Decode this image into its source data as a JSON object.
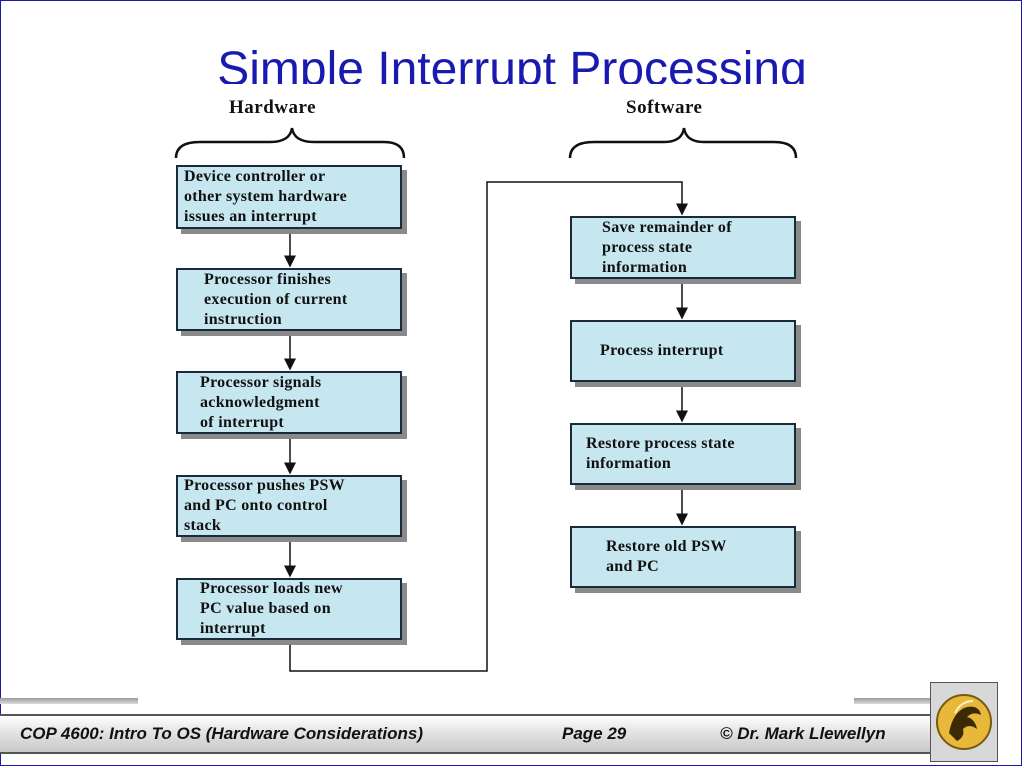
{
  "slide": {
    "title": "Simple Interrupt Processing"
  },
  "diagram": {
    "hardware_label": "Hardware",
    "software_label": "Software",
    "hardware_steps": [
      "Device controller or\nother system hardware\nissues an interrupt",
      "Processor finishes\nexecution of current\ninstruction",
      "Processor signals\nacknowledgment\nof interrupt",
      "Processor pushes PSW\nand PC onto control\nstack",
      "Processor loads new\nPC value based on\ninterrupt"
    ],
    "software_steps": [
      "Save remainder of\nprocess state\ninformation",
      "Process interrupt",
      "Restore process state\ninformation",
      "Restore old PSW\nand PC"
    ]
  },
  "footer": {
    "course": "COP 4600: Intro To OS  (Hardware Considerations)",
    "page": "Page 29",
    "author": "© Dr. Mark Llewellyn"
  },
  "colors": {
    "title": "#1a1ab0",
    "box_fill": "#c6e6f0",
    "box_border": "#1b2a3a"
  },
  "icons": {
    "logo": "pegasus-logo-icon"
  }
}
